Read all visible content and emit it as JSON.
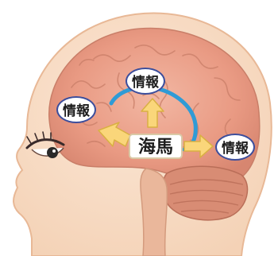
{
  "diagram": {
    "center_label": "海馬",
    "info_labels": [
      "情報",
      "情報",
      "情報"
    ]
  },
  "colors": {
    "background": "#ffffff",
    "head": "#f7ddc6",
    "skin_outline": "#e8b896",
    "brain": "#e99a83",
    "brain_fold": "#c97e68",
    "cerebellum": "#d88c74",
    "arrow_fill": "#fad67a",
    "arrow_stroke": "#d9b043",
    "pathway": "#2f9bd6",
    "label_border": "#3c4e9c"
  }
}
